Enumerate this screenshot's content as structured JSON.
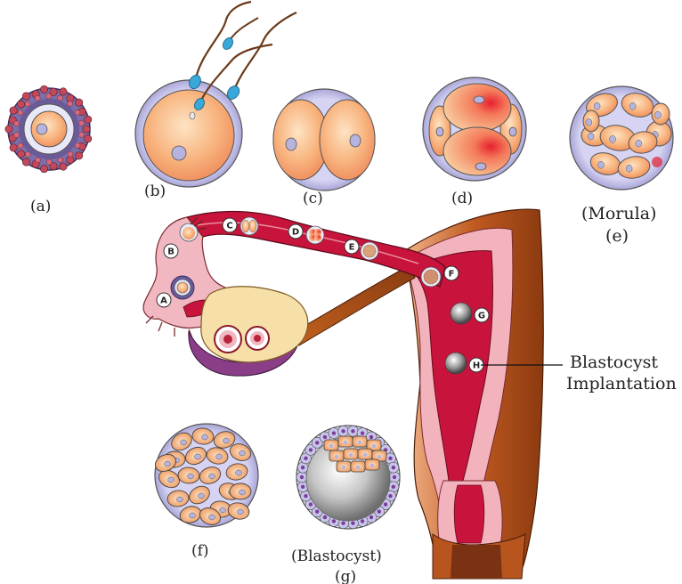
{
  "captions": {
    "a": "(a)",
    "b": "(b)",
    "c": "(c)",
    "d": "(d)",
    "morula": "(Morula)",
    "e": "(e)",
    "f": "(f)",
    "blastocyst": "(Blastocyst)",
    "g": "(g)"
  },
  "annotation": {
    "line1": "Blastocyst",
    "line2": "Implantation"
  },
  "tube_labels": [
    "A",
    "B",
    "C",
    "D",
    "E",
    "F",
    "G",
    "H"
  ],
  "colors": {
    "oviduct": "#c8143c",
    "oviduct_pink": "#f2b8c2",
    "uterus_wall": "#b8541e",
    "ovary": "#f6dfa8",
    "ovary_purple": "#8a3e88",
    "cell_orange": "#f4a266",
    "zona": "#b9b7e0",
    "corona_red": "#c2485a"
  }
}
